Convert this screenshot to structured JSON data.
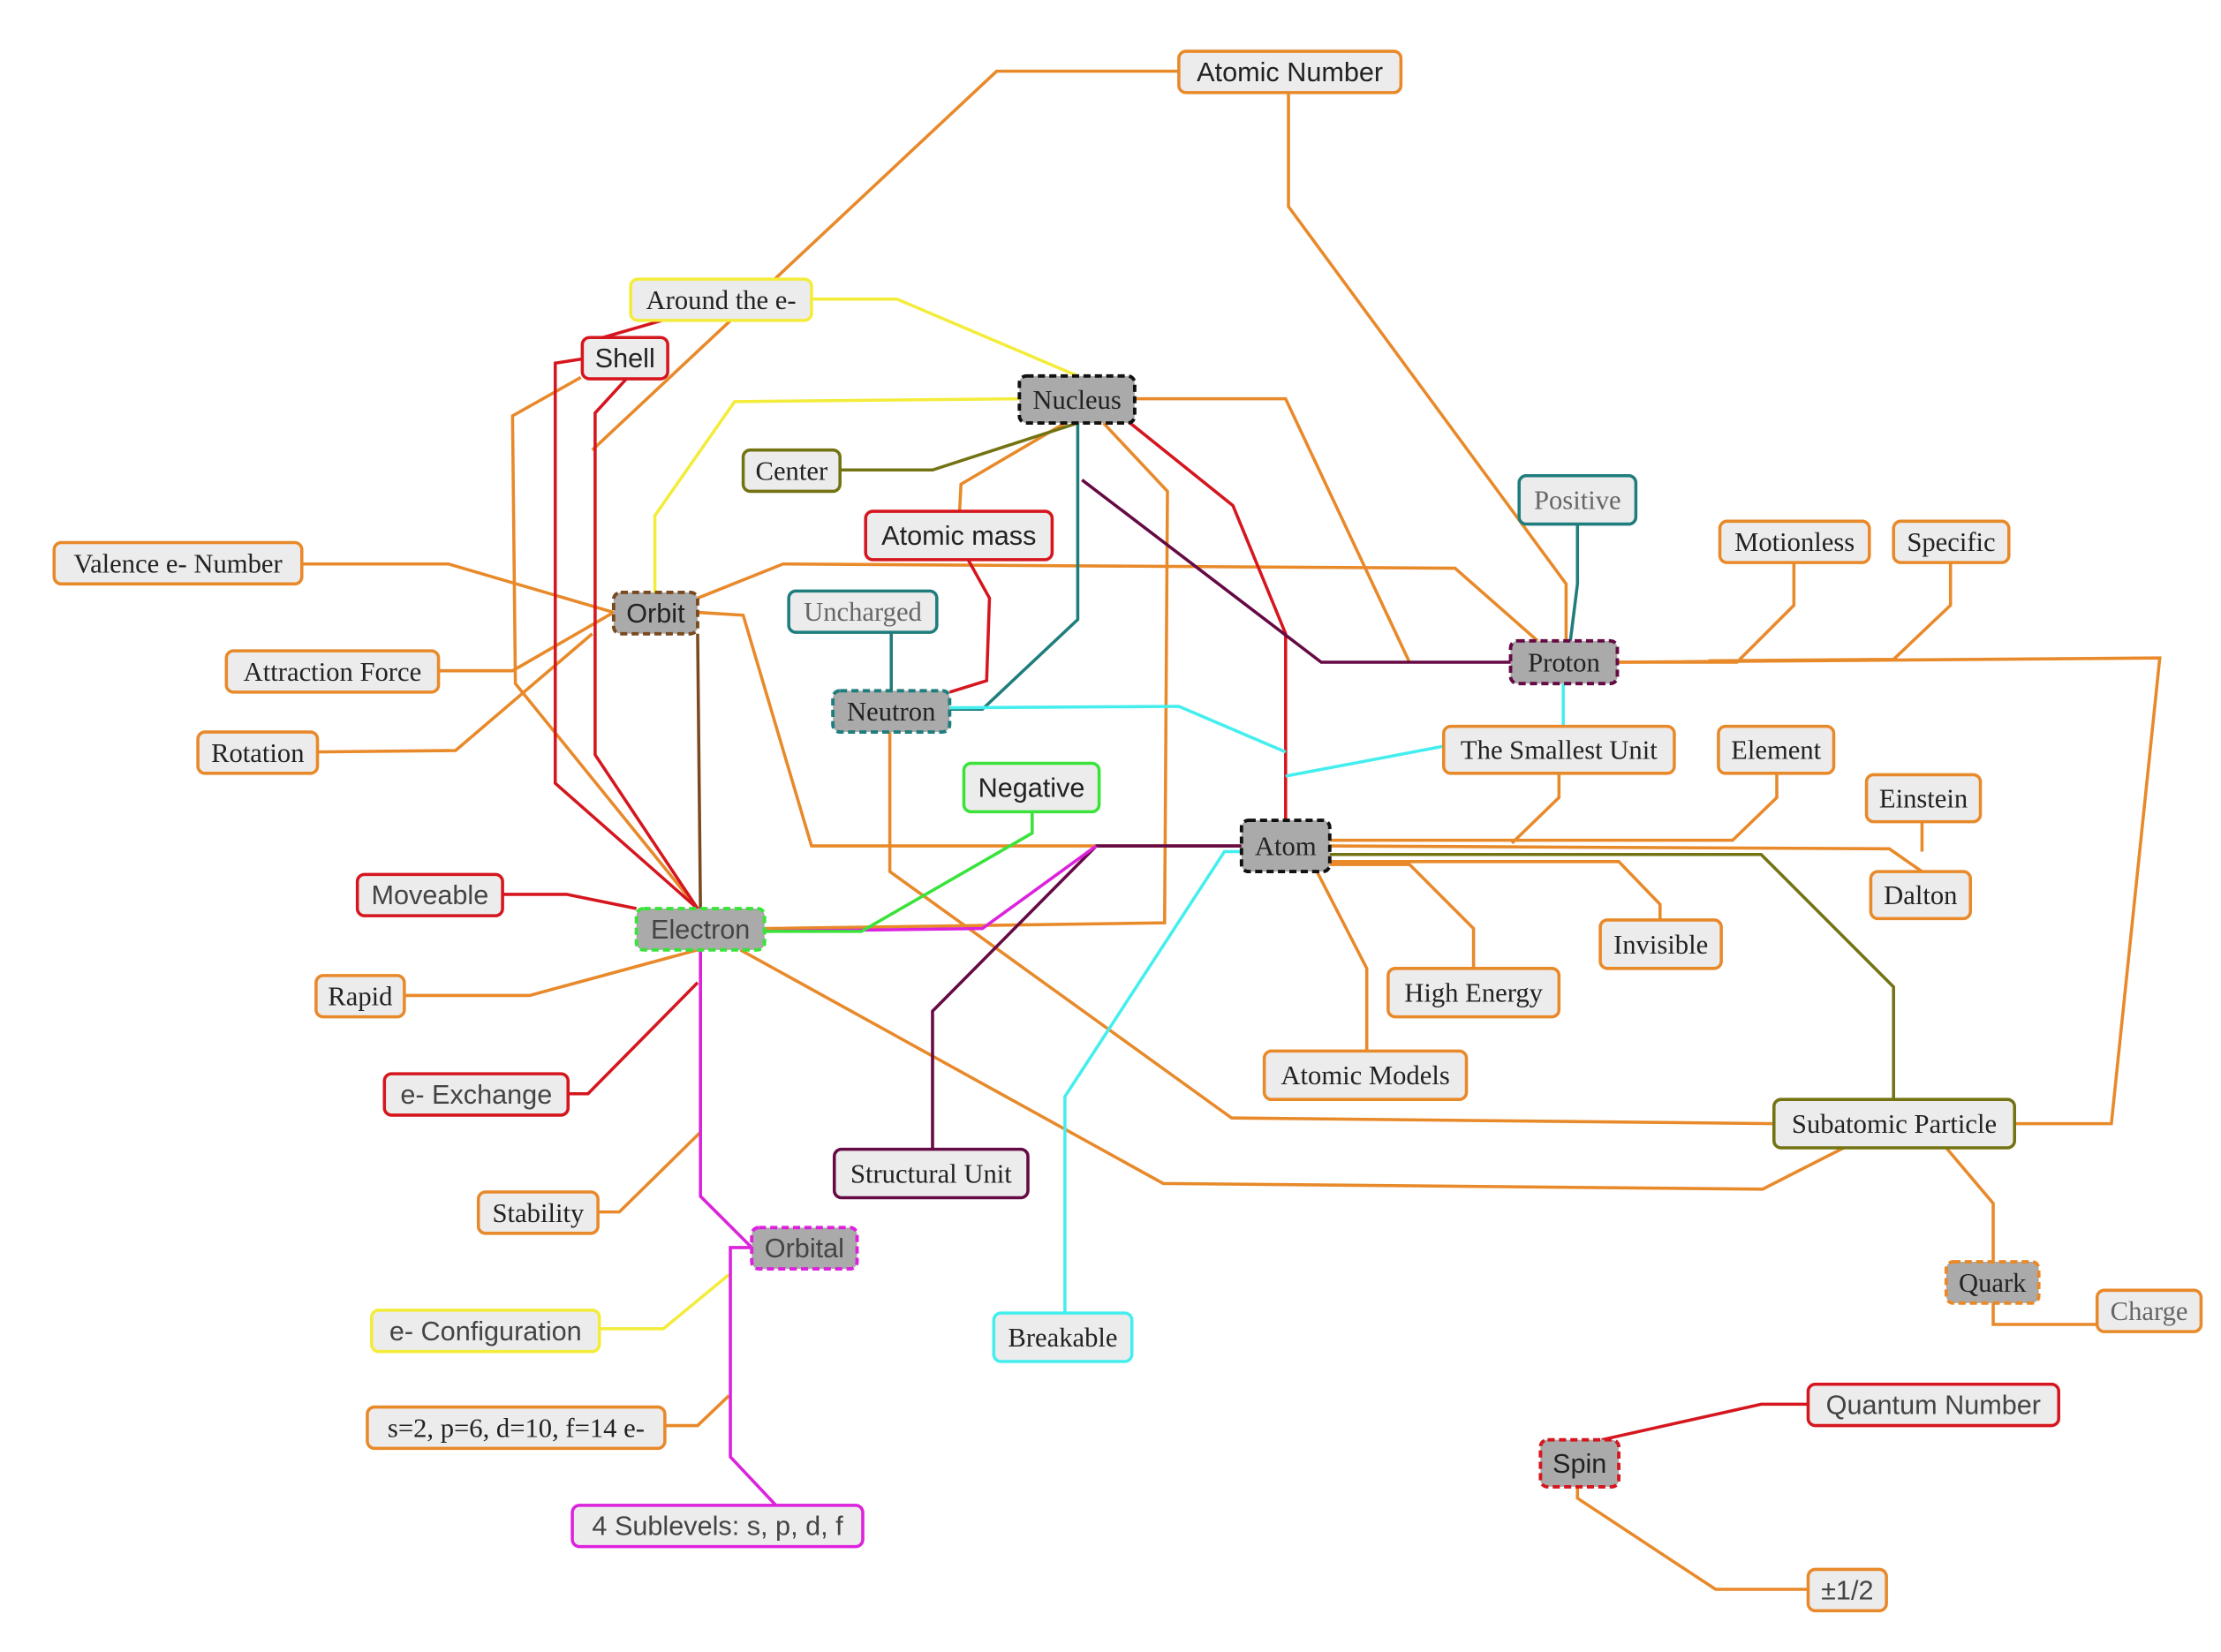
{
  "title": "Atom concept map",
  "colors": {
    "orange": "#e8892a",
    "yellow": "#f3ec3a",
    "red": "#d5161f",
    "teal": "#1f7d7d",
    "cyan": "#45eeee",
    "maroon": "#650a44",
    "olive": "#737313",
    "magenta": "#dc22dc",
    "green": "#3ae33a",
    "brown": "#7a4a1e",
    "black": "#111111",
    "node_fill": "#ececec",
    "core_fill": "#aaaaaa"
  },
  "nodes": {
    "atomic_number": "Atomic Number",
    "around_e": "Around the e-",
    "shell": "Shell",
    "nucleus": "Nucleus",
    "center": "Center",
    "atomic_mass": "Atomic mass",
    "positive": "Positive",
    "motionless": "Motionless",
    "specific": "Specific",
    "valence": "Valence e- Number",
    "orbit": "Orbit",
    "uncharged": "Uncharged",
    "proton": "Proton",
    "attraction": "Attraction Force",
    "neutron": "Neutron",
    "rotation": "Rotation",
    "smallest_unit": "The Smallest Unit",
    "element": "Element",
    "negative": "Negative",
    "einstein": "Einstein",
    "atom": "Atom",
    "dalton": "Dalton",
    "moveable": "Moveable",
    "electron": "Electron",
    "invisible": "Invisible",
    "high_energy": "High Energy",
    "rapid": "Rapid",
    "atomic_models": "Atomic Models",
    "e_exchange": "e- Exchange",
    "subatomic": "Subatomic Particle",
    "structural_unit": "Structural Unit",
    "stability": "Stability",
    "orbital": "Orbital",
    "quark": "Quark",
    "charge": "Charge",
    "e_config": "e- Configuration",
    "breakable": "Breakable",
    "quantum_number": "Quantum Number",
    "sublevel_capacity": "s=2, p=6, d=10, f=14 e-",
    "spin": "Spin",
    "sublevels": "4 Sublevels: s, p, d, f",
    "half": "±1/2"
  }
}
